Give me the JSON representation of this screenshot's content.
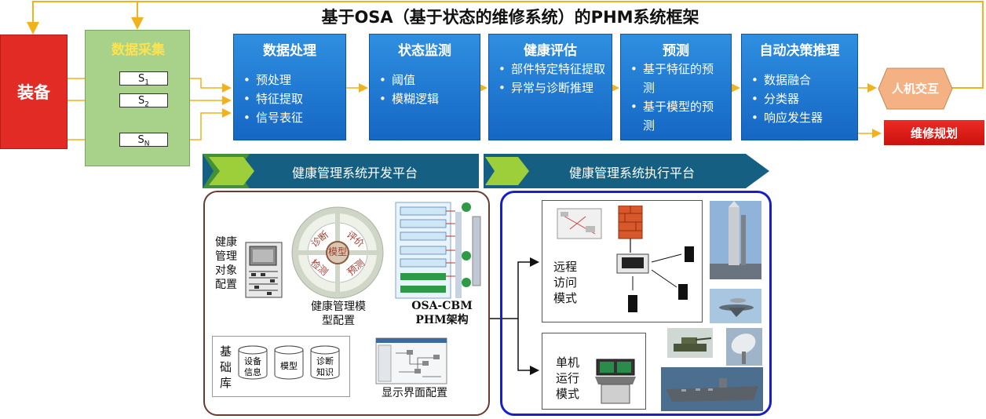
{
  "title": "基于OSA（基于状态的维修系统）的PHM系统框架",
  "equipment": "装备",
  "acquisition": {
    "title": "数据采集",
    "sensors": [
      {
        "base": "S",
        "sub": "1"
      },
      {
        "base": "S",
        "sub": "2"
      },
      {
        "base": "S",
        "sub": "N"
      }
    ]
  },
  "stages": [
    {
      "title": "数据处理",
      "items": [
        "预处理",
        "特征提取",
        "信号表征"
      ]
    },
    {
      "title": "状态监测",
      "items": [
        "阈值",
        "模糊逻辑"
      ]
    },
    {
      "title": "健康评估",
      "items": [
        "部件特定特征提取",
        "异常与诊断推理"
      ]
    },
    {
      "title": "预测",
      "items": [
        "基于特征的预测",
        "基于模型的预测"
      ]
    },
    {
      "title": "自动决策推理",
      "items": [
        "数据融合",
        "分类器",
        "响应发生器"
      ]
    }
  ],
  "hmi": "人机交互",
  "maintenance": "维修规划",
  "platforms": {
    "dev": "健康管理系统开发平台",
    "exec": "健康管理系统执行平台"
  },
  "dev": {
    "object_config": "健康管理对象配置",
    "model_config": "健康管理模型配置",
    "ring": {
      "center": "模型",
      "top_left": "诊断",
      "top_right": "评价",
      "bottom_left": "检测",
      "bottom_right": "预测"
    },
    "arch": "OSA-CBM PHM架构",
    "base_lib": "基础库",
    "dbs": [
      "设备信息",
      "模型",
      "诊断知识"
    ],
    "display_config": "显示界面配置"
  },
  "exec": {
    "remote": "远程访问模式",
    "standalone": "单机运行模式"
  },
  "colors": {
    "equip": "#e12b24",
    "acq": "#a8d18a",
    "stage": "#1a74cf",
    "banner": "#156082",
    "hmi": "#f4b183",
    "maint": "#e0201b",
    "dev_border": "#6b3a30",
    "exec_border": "#1720c8"
  }
}
